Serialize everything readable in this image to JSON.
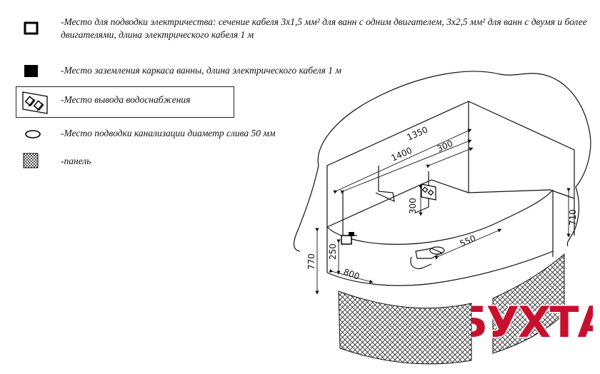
{
  "legend": [
    {
      "icon": "empty-square-icon",
      "text": "-Место для подводки электричества: сечение кабеля 3х1,5 мм² для ванн с одним двигателем, 3х2,5 мм² для ванн с двумя и более двигателями, длина электрического кабеля 1 м"
    },
    {
      "icon": "filled-square-icon",
      "text": "-Место заземления каркаса ванны, длина электрического кабеля 1 м"
    },
    {
      "icon": "water-outlet-icon",
      "text": "-Место вывода водоснабжения"
    },
    {
      "icon": "oval-icon",
      "text": "-Место подводки канализации диаметр слива 50 мм"
    },
    {
      "icon": "hatched-square-icon",
      "text": "-панель"
    }
  ],
  "dimensions": {
    "d1350": "1350",
    "d1400": "1400",
    "d300_top": "300",
    "d300_side": "300",
    "d710": "710",
    "d770": "770",
    "d250": "250",
    "d800": "800",
    "d550": "550"
  },
  "watermark": "БУХТА",
  "colors": {
    "line": "#111111",
    "watermark": "#c8102e"
  }
}
